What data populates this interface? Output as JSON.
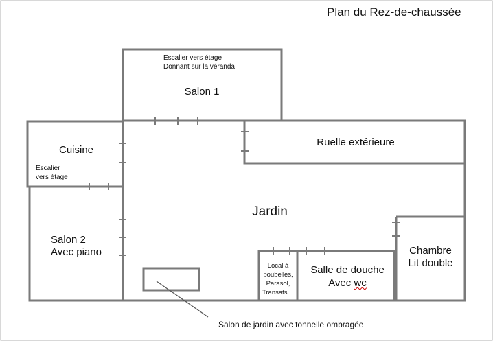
{
  "title": "Plan du Rez-de-chaussée",
  "rooms": {
    "salon1": {
      "note_line1": "Escalier vers étage",
      "note_line2": "Donnant sur la véranda",
      "name": "Salon 1"
    },
    "cuisine": {
      "name": "Cuisine",
      "note_line1": "Escalier",
      "note_line2": "vers étage"
    },
    "ruelle": {
      "name": "Ruelle extérieure"
    },
    "jardin": {
      "name": "Jardin"
    },
    "salon2": {
      "line1": "Salon 2",
      "line2": "Avec piano"
    },
    "chambre": {
      "line1": "Chambre",
      "line2": "Lit double"
    },
    "local": {
      "line1": "Local à",
      "line2": "poubelles,",
      "line3": "Parasol,",
      "line4": "Transats…"
    },
    "douche": {
      "line1": "Salle de douche",
      "line2_prefix": "Avec ",
      "line2_wc": "wc"
    }
  },
  "annotation": "Salon de jardin avec tonnelle ombragée"
}
